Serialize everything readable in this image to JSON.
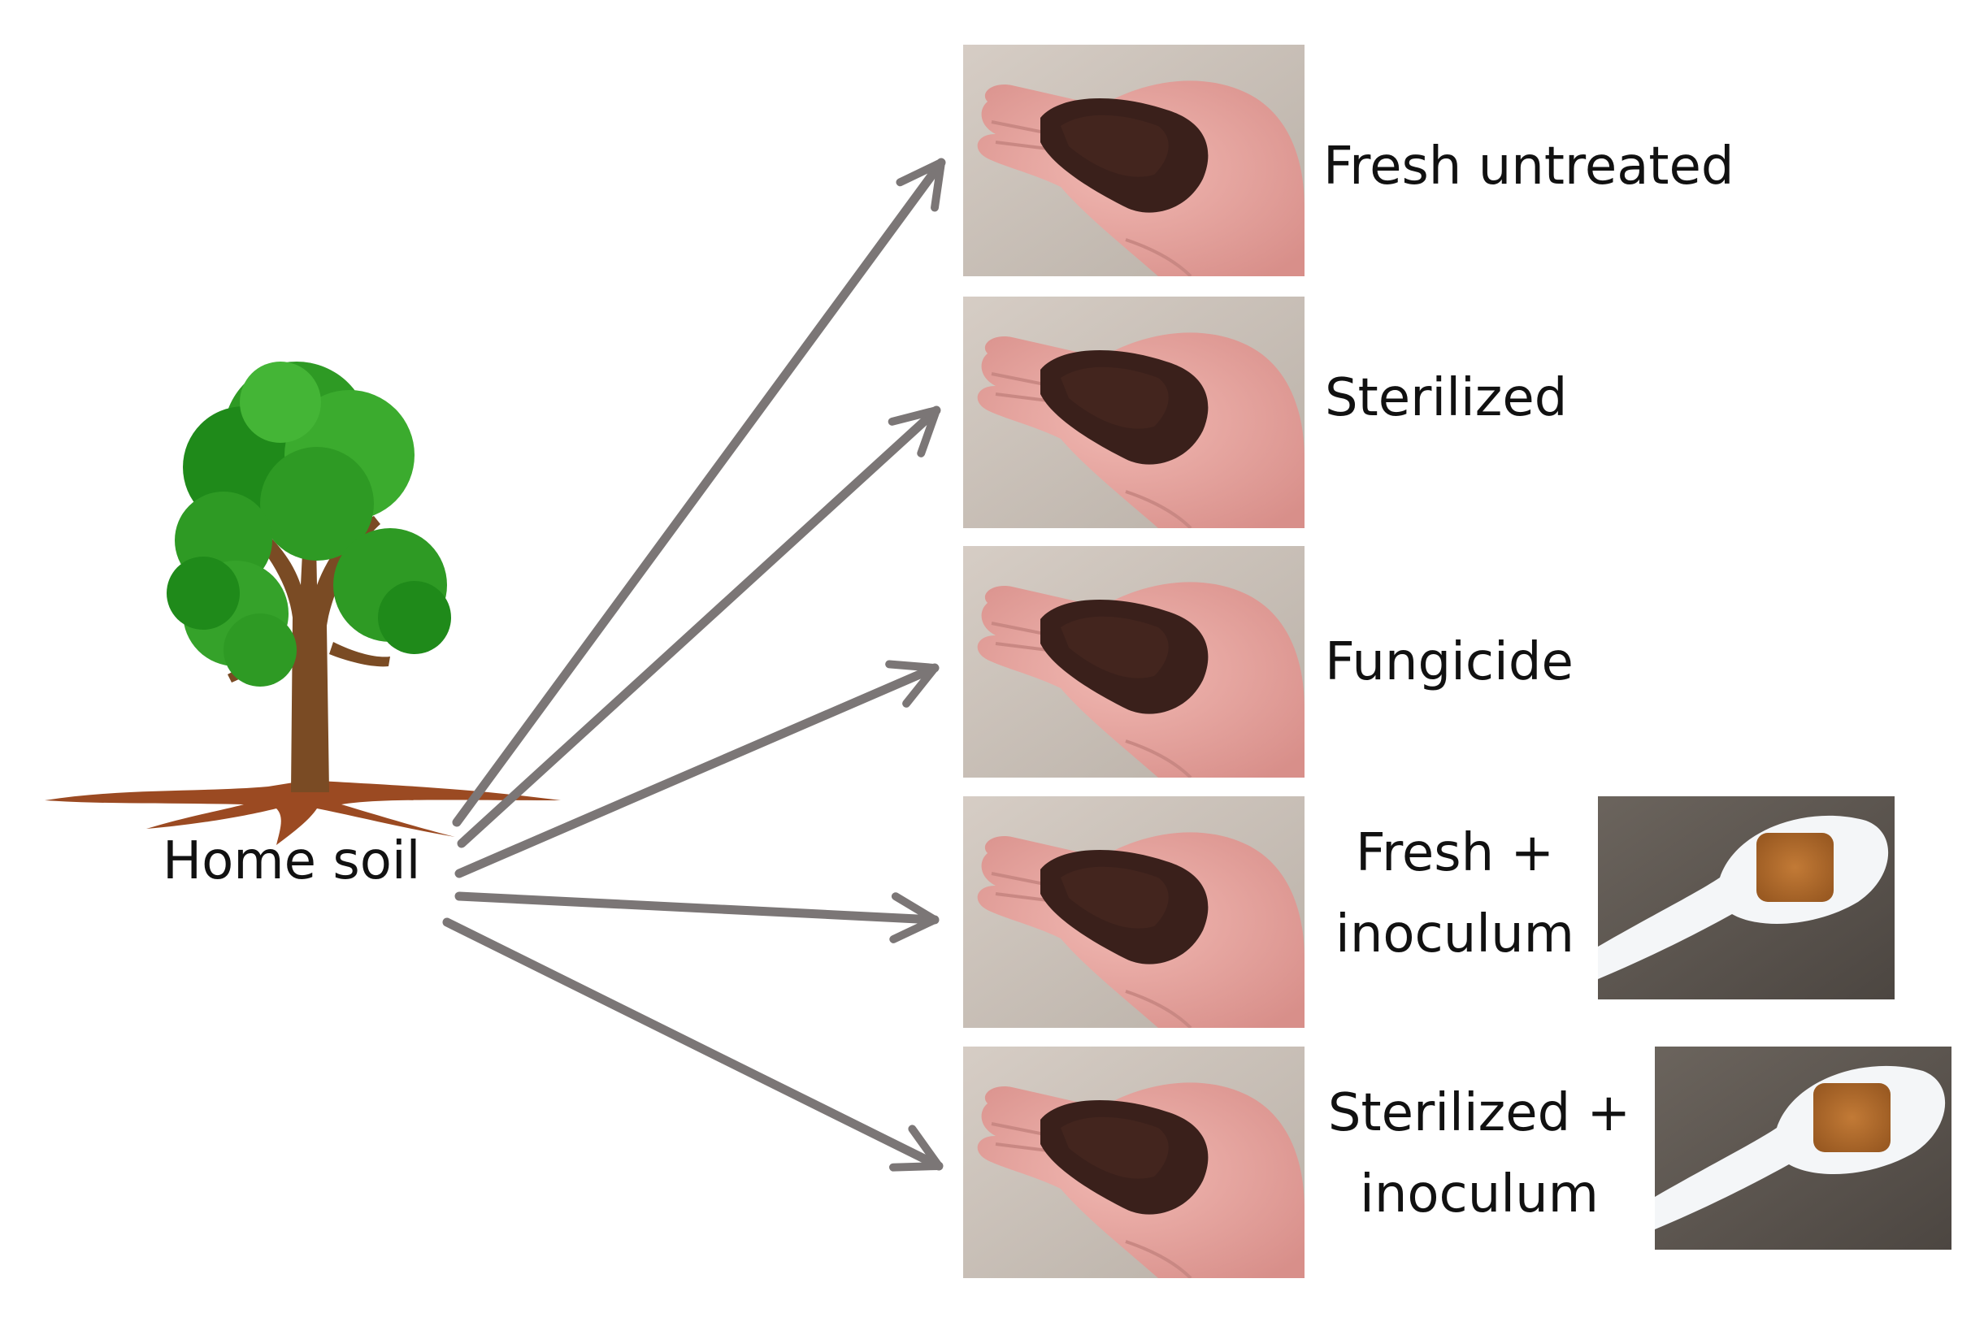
{
  "source": {
    "label": "Home soil"
  },
  "treatments": [
    {
      "label_lines": [
        "Fresh untreated"
      ],
      "has_inoculum": false
    },
    {
      "label_lines": [
        "Sterilized"
      ],
      "has_inoculum": false
    },
    {
      "label_lines": [
        "Fungicide"
      ],
      "has_inoculum": false
    },
    {
      "label_lines": [
        "Fresh +",
        "inoculum"
      ],
      "has_inoculum": true
    },
    {
      "label_lines": [
        "Sterilized +",
        "inoculum"
      ],
      "has_inoculum": true
    }
  ],
  "colors": {
    "arrow": "#7b7676",
    "soil": "#3a201b",
    "hand": "#e8a5a0",
    "photo_background": "#c9bfb6",
    "foliage": "#2e9a24",
    "trunk": "#7a4b24",
    "inoculum_powder": "#b56d2b",
    "spoon": "#f4f6f8"
  },
  "icons": {
    "source": "tree-icon",
    "soil_sample": "hand-with-soil-photo",
    "inoculum": "spoon-with-inoculum-photo"
  }
}
